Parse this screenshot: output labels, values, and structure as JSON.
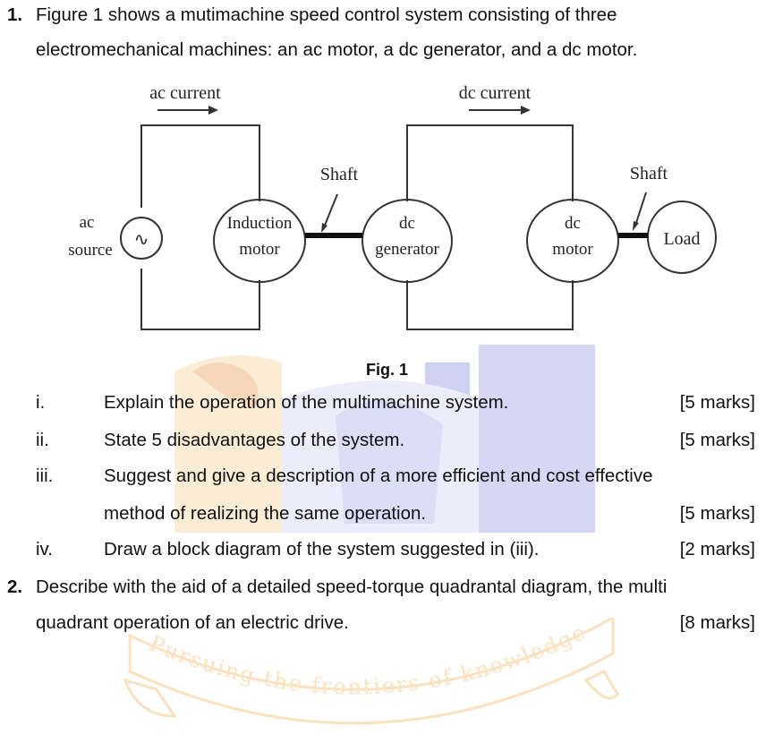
{
  "q1": {
    "number": "1.",
    "line1": "Figure 1 shows a mutimachine speed control system consisting of three",
    "line2": "electromechanical machines: an ac motor, a dc generator, and a dc motor."
  },
  "figure": {
    "ac_current": "ac current",
    "dc_current": "dc current",
    "shaft_left": "Shaft",
    "shaft_right": "Shaft",
    "ac_source_line1": "ac",
    "ac_source_line2": "source",
    "ac_symbol": "∿",
    "induction_line1": "Induction",
    "induction_line2": "motor",
    "dc_gen_line1": "dc",
    "dc_gen_line2": "generator",
    "dc_motor_line1": "dc",
    "dc_motor_line2": "motor",
    "load": "Load",
    "caption": "Fig. 1"
  },
  "subquestions": [
    {
      "num": "i.",
      "text": "Explain the operation of the multimachine system.",
      "marks": "[5 marks]"
    },
    {
      "num": "ii.",
      "text": "State 5 disadvantages of the system.",
      "marks": "[5 marks]"
    },
    {
      "num": "iii.",
      "text": "Suggest and give a description of a more efficient and cost effective",
      "text2": "method of realizing the same operation.",
      "marks": "[5 marks]"
    },
    {
      "num": "iv.",
      "text": "Draw a block diagram of the system suggested in (iii).",
      "marks": "[2 marks]"
    }
  ],
  "q2": {
    "number": "2.",
    "line1": "Describe with the aid of a detailed speed-torque quadrantal diagram, the multi",
    "line2": "quadrant operation of an electric drive.",
    "marks": "[8 marks]"
  },
  "watermark": {
    "motto": "Pursuing the frontiers of knowledge"
  },
  "colors": {
    "watermark_orange": "#f2a640",
    "watermark_blue": "#6a6fd0"
  }
}
